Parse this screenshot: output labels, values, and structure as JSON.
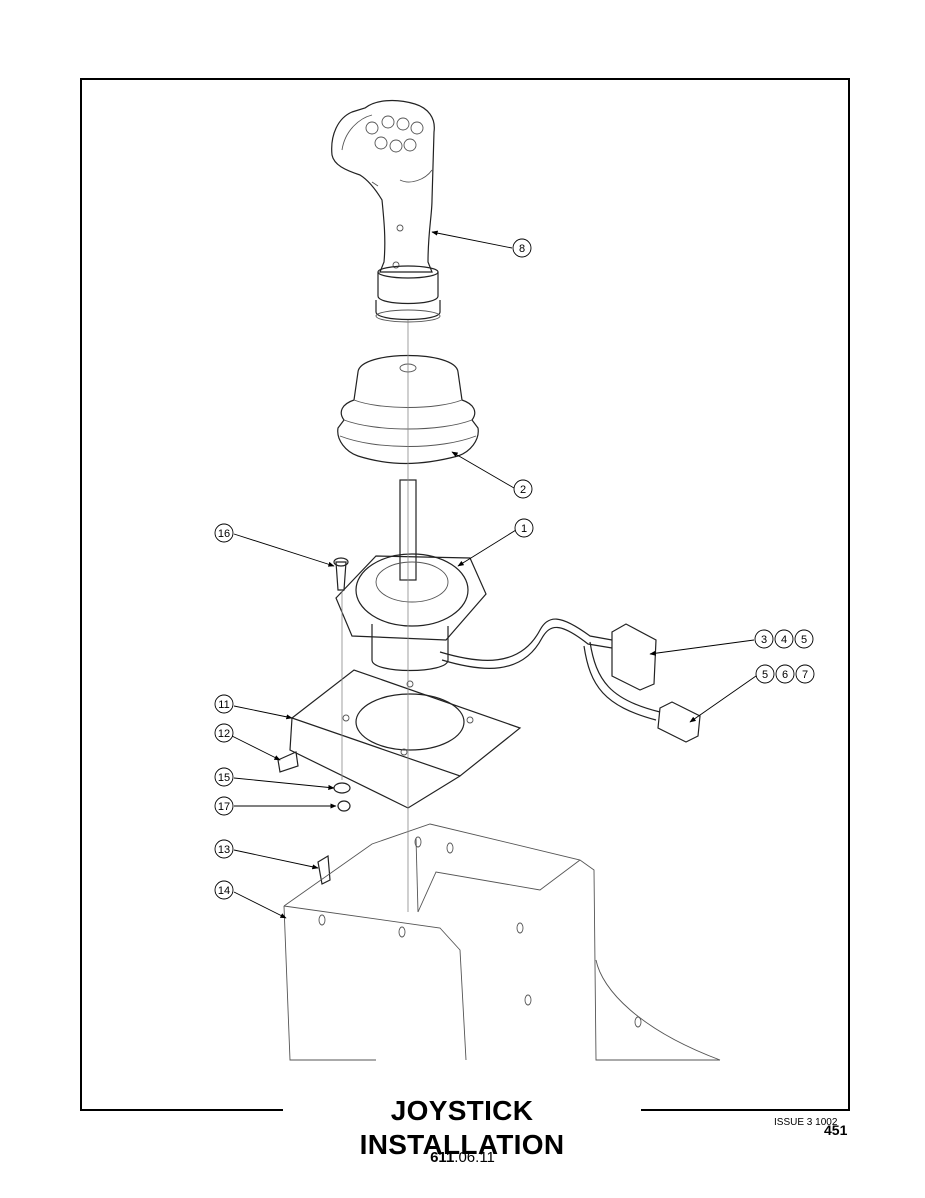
{
  "title": "JOYSTICK INSTALLATION",
  "issue": "ISSUE 3 1002",
  "page_number": "451",
  "document_ref": {
    "bold": "611",
    "rest": ".06.11"
  },
  "callouts": {
    "c1": "1",
    "c2": "2",
    "c3": "3",
    "c4": "4",
    "c5a": "5",
    "c5b": "5",
    "c6": "6",
    "c7": "7",
    "c8": "8",
    "c11": "11",
    "c12": "12",
    "c13": "13",
    "c14": "14",
    "c15": "15",
    "c16": "16",
    "c17": "17"
  }
}
